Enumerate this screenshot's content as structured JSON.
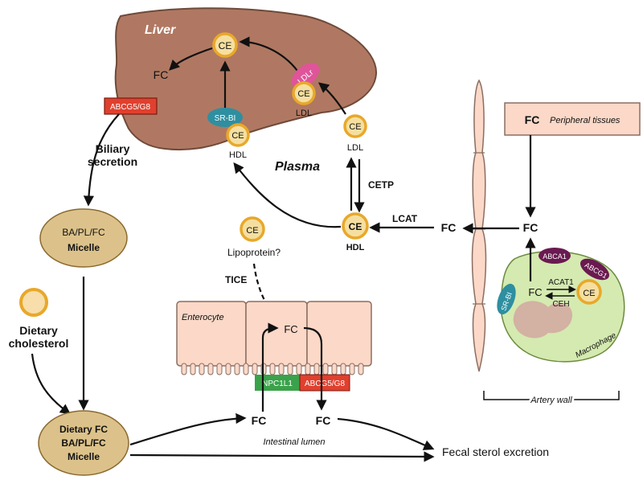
{
  "liver": {
    "title": "Liver",
    "ce": "CE",
    "fc": "FC"
  },
  "transporters": {
    "abcg5g8_liver": "ABCG5/G8",
    "abcg5g8_gut": "ABCG5/G8",
    "npc1l1": "NPC1L1",
    "srbi_liver": "SR-BI",
    "srbi_macrophage": "SR-BI",
    "ldlr": "LDLr",
    "abca1": "ABCA1",
    "abcg1": "ABCG1"
  },
  "liver_uptake": {
    "hdl_ce": "CE",
    "hdl_label": "HDL",
    "ldl_ce": "CE",
    "ldl_label": "LDL"
  },
  "plasma": {
    "title": "Plasma",
    "ldl_ce": "CE",
    "ldl_label": "LDL",
    "cetp": "CETP",
    "hdl_ce": "CE",
    "hdl_label": "HDL",
    "lcat": "LCAT",
    "fc": "FC",
    "lipo_ce": "CE",
    "lipo_label": "Lipoprotein?",
    "tice": "TICE"
  },
  "biliary": {
    "line1": "Biliary",
    "line2": "secretion"
  },
  "micelle": {
    "line1": "BA/PL/FC",
    "line2": "Micelle"
  },
  "dietary": {
    "line1": "Dietary",
    "line2": "cholesterol"
  },
  "dietary_micelle": {
    "line1": "Dietary FC",
    "line2": "BA/PL/FC",
    "line3": "Micelle"
  },
  "enterocyte": {
    "label": "Enterocyte",
    "fc": "FC"
  },
  "lumen": {
    "fc_left": "FC",
    "fc_right": "FC",
    "label": "Intestinal lumen"
  },
  "fecal": "Fecal sterol excretion",
  "peripheral": {
    "fc": "FC",
    "label": "Peripheral tissues"
  },
  "artery": {
    "fc": "FC",
    "label": "Artery wall"
  },
  "macrophage": {
    "label": "Macrophage",
    "fc": "FC",
    "ce": "CE",
    "acat": "ACAT1",
    "ceh": "CEH"
  }
}
